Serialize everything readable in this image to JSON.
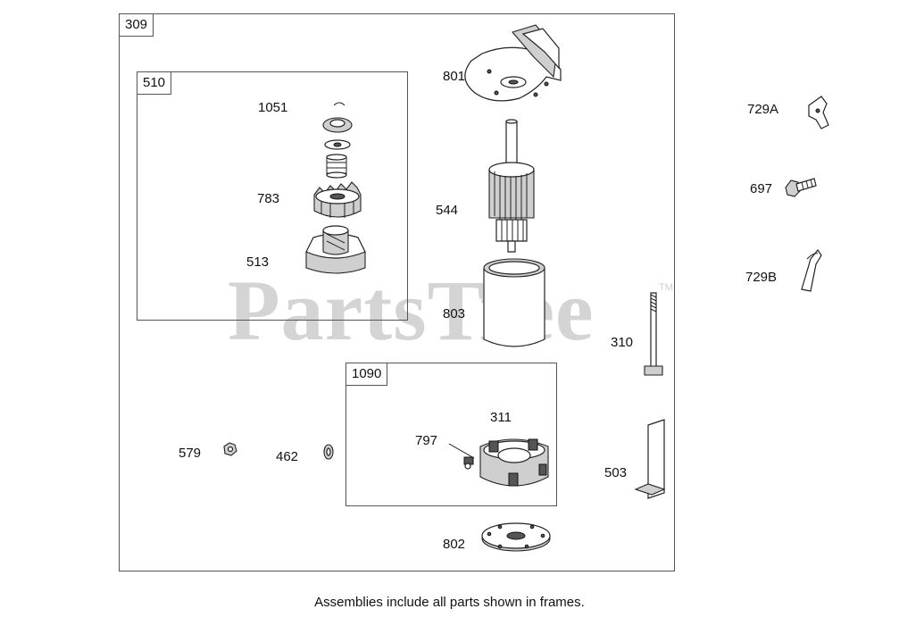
{
  "frames": {
    "outer": "309",
    "drive": "510",
    "brush": "1090"
  },
  "parts": {
    "p1051": "1051",
    "p783": "783",
    "p513": "513",
    "p801": "801",
    "p544": "544",
    "p803": "803",
    "p311": "311",
    "p797": "797",
    "p579": "579",
    "p462": "462",
    "p802": "802",
    "p310": "310",
    "p503": "503",
    "p729A": "729A",
    "p697": "697",
    "p729B": "729B"
  },
  "watermark": "PartsTree",
  "trademark": "TM",
  "caption": "Assemblies include all parts shown in frames."
}
